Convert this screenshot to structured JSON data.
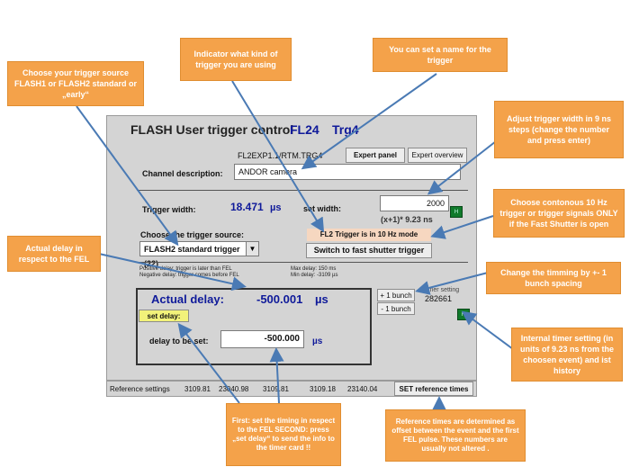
{
  "panel": {
    "title": "FLASH User trigger control",
    "group": "FL24",
    "trigger": "Trg4",
    "device_name": "FL2EXP1.1/RTM.TRG4",
    "expert_panel_label": "Expert panel",
    "expert_overview_label": "Expert overview",
    "channel_description_label": "Channel description:",
    "channel_description_value": "ANDOR camera",
    "trigger_width_label": "Trigger width:",
    "trigger_width_value": "18.471",
    "trigger_width_unit": "µs",
    "set_width_label": "set width:",
    "set_width_value": "2000",
    "set_width_formula": "(x+1)* 9.23 ns",
    "trigger_source_label": "Choose the trigger source:",
    "trigger_source_value": "FLASH2 standard trigger (22)",
    "mode_indicator": "FL2 Trigger is in 10 Hz mode",
    "switch_button_label": "Switch to fast shutter trigger",
    "info_positive": "Positive delay: trigger is later than FEL",
    "info_negative": "Negative delay: trigger comes before FEL",
    "max_delay": "Max delay: 150 ms",
    "min_delay": "Min delay: -3109 µs",
    "actual_delay_label": "Actual delay:",
    "actual_delay_value": "-500.001",
    "actual_delay_unit": "µs",
    "set_delay_label": "set delay:",
    "delay_to_be_set_label": "delay to be set:",
    "delay_to_be_set_value": "-500.000",
    "delay_to_be_set_unit": "µs",
    "plus_bunch_label": "+ 1 bunch",
    "minus_bunch_label": "- 1 bunch",
    "timer_setting_label": "Timer setting",
    "timer_setting_value": "282661",
    "green_button_label": "H"
  },
  "reference": {
    "label": "Reference settings",
    "values": [
      "3109.81",
      "23040.98",
      "3109.81",
      "3109.18",
      "23140.04"
    ],
    "set_button_label": "SET reference times"
  },
  "callouts": {
    "trigger_source": "Choose your trigger source FLASH1 or FLASH2 standard or „early“",
    "indicator": "Indicator what kind of trigger you are using",
    "name": "You can set a name for the trigger",
    "width": "Adjust trigger width in 9 ns steps (change the number and press enter)",
    "contonous": "Choose contonous 10 Hz trigger or trigger signals ONLY if the Fast Shutter is open",
    "actual_delay": "Actual delay in respect to the FEL",
    "bunch": "Change the timming by +- 1 bunch spacing",
    "internal_timer": "Internal timer setting (in units of 9.23 ns from the choosen event) and ist history",
    "first": "First: set the timing in respect to the FEL SECOND: press „set delay“ to send the info to the timer card !!",
    "reference": "Reference times are determined as offset between the event and the first FEL pulse. These numbers are usually not altered ."
  },
  "colors": {
    "callout": "#f4a24a",
    "arrow": "#4a7ab4",
    "value_blue": "#0f1a9a",
    "indicator_bg": "#f6d7c0",
    "set_delay_bg": "#f2f27a",
    "green_button": "#107a2b"
  }
}
